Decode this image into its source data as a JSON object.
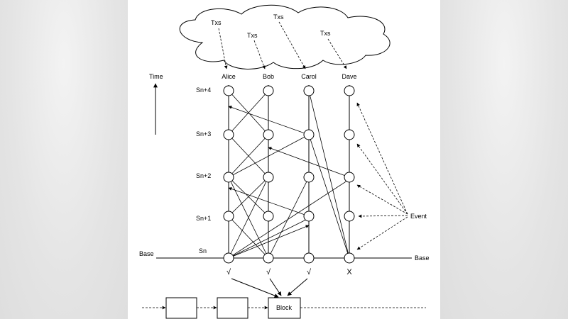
{
  "diagram": {
    "time_label": "Time",
    "base_label_left": "Base",
    "base_label_right": "Base",
    "block_label": "Block",
    "event_label": "Event",
    "nodes": [
      {
        "name": "Alice",
        "tx_label": "Txs",
        "mark": "√"
      },
      {
        "name": "Bob",
        "tx_label": "Txs",
        "mark": "√"
      },
      {
        "name": "Carol",
        "tx_label": "Txs",
        "mark": "√"
      },
      {
        "name": "Dave",
        "tx_label": "Txs",
        "mark": "X"
      }
    ],
    "levels": [
      "Sn",
      "Sn+1",
      "Sn+2",
      "Sn+3",
      "Sn+4"
    ]
  }
}
